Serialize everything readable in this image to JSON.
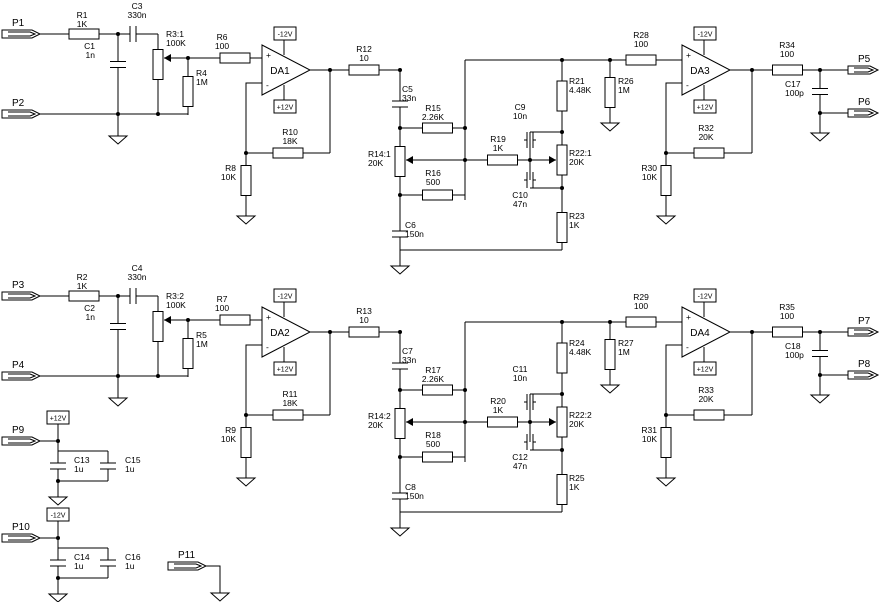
{
  "ports": {
    "p1": "P1",
    "p2": "P2",
    "p3": "P3",
    "p4": "P4",
    "p5": "P5",
    "p6": "P6",
    "p7": "P7",
    "p8": "P8",
    "p9": "P9",
    "p10": "P10",
    "p11": "P11"
  },
  "opamps": {
    "da1": "DA1",
    "da2": "DA2",
    "da3": "DA3",
    "da4": "DA4",
    "neg_supply": "-12V",
    "pos_supply": "+12V",
    "plus_sign": "+",
    "minus_sign": "-"
  },
  "components": {
    "r1": {
      "ref": "R1",
      "val": "1K"
    },
    "c1": {
      "ref": "C1",
      "val": "1n"
    },
    "c3": {
      "ref": "C3",
      "val": "330n"
    },
    "r3a": {
      "ref": "R3:1",
      "val": "100K"
    },
    "r4": {
      "ref": "R4",
      "val": "1M"
    },
    "r6": {
      "ref": "R6",
      "val": "100"
    },
    "r8": {
      "ref": "R8",
      "val": "10K"
    },
    "r10": {
      "ref": "R10",
      "val": "18K"
    },
    "r12": {
      "ref": "R12",
      "val": "10"
    },
    "c5": {
      "ref": "C5",
      "val": "33n"
    },
    "r15": {
      "ref": "R15",
      "val": "2.26K"
    },
    "r14a": {
      "ref": "R14:1",
      "val": "20K"
    },
    "r16": {
      "ref": "R16",
      "val": "500"
    },
    "c6": {
      "ref": "C6",
      "val": "150n"
    },
    "c9": {
      "ref": "C9",
      "val": "10n"
    },
    "r19": {
      "ref": "R19",
      "val": "1K"
    },
    "c10": {
      "ref": "C10",
      "val": "47n"
    },
    "r21": {
      "ref": "R21",
      "val": "4.48K"
    },
    "r22a": {
      "ref": "R22:1",
      "val": "20K"
    },
    "r23": {
      "ref": "R23",
      "val": "1K"
    },
    "r26": {
      "ref": "R26",
      "val": "1M"
    },
    "r28": {
      "ref": "R28",
      "val": "100"
    },
    "r30": {
      "ref": "R30",
      "val": "10K"
    },
    "r32": {
      "ref": "R32",
      "val": "20K"
    },
    "r34": {
      "ref": "R34",
      "val": "100"
    },
    "c17": {
      "ref": "C17",
      "val": "100p"
    },
    "r2": {
      "ref": "R2",
      "val": "1K"
    },
    "c2": {
      "ref": "C2",
      "val": "1n"
    },
    "c4": {
      "ref": "C4",
      "val": "330n"
    },
    "r3b": {
      "ref": "R3:2",
      "val": "100K"
    },
    "r5": {
      "ref": "R5",
      "val": "1M"
    },
    "r7": {
      "ref": "R7",
      "val": "100"
    },
    "r9": {
      "ref": "R9",
      "val": "10K"
    },
    "r11": {
      "ref": "R11",
      "val": "18K"
    },
    "r13": {
      "ref": "R13",
      "val": "10"
    },
    "c7": {
      "ref": "C7",
      "val": "33n"
    },
    "r17": {
      "ref": "R17",
      "val": "2.26K"
    },
    "r14b": {
      "ref": "R14:2",
      "val": "20K"
    },
    "r18": {
      "ref": "R18",
      "val": "500"
    },
    "c8": {
      "ref": "C8",
      "val": "150n"
    },
    "c11": {
      "ref": "C11",
      "val": "10n"
    },
    "r20": {
      "ref": "R20",
      "val": "1K"
    },
    "c12": {
      "ref": "C12",
      "val": "47n"
    },
    "r24": {
      "ref": "R24",
      "val": "4.48K"
    },
    "r22b": {
      "ref": "R22:2",
      "val": "20K"
    },
    "r25": {
      "ref": "R25",
      "val": "1K"
    },
    "r27": {
      "ref": "R27",
      "val": "1M"
    },
    "r29": {
      "ref": "R29",
      "val": "100"
    },
    "r31": {
      "ref": "R31",
      "val": "10K"
    },
    "r33": {
      "ref": "R33",
      "val": "20K"
    },
    "r35": {
      "ref": "R35",
      "val": "100"
    },
    "c18": {
      "ref": "C18",
      "val": "100p"
    },
    "c13": {
      "ref": "C13",
      "val": "1u"
    },
    "c15": {
      "ref": "C15",
      "val": "1u"
    },
    "c14": {
      "ref": "C14",
      "val": "1u"
    },
    "c16": {
      "ref": "C16",
      "val": "1u"
    }
  }
}
